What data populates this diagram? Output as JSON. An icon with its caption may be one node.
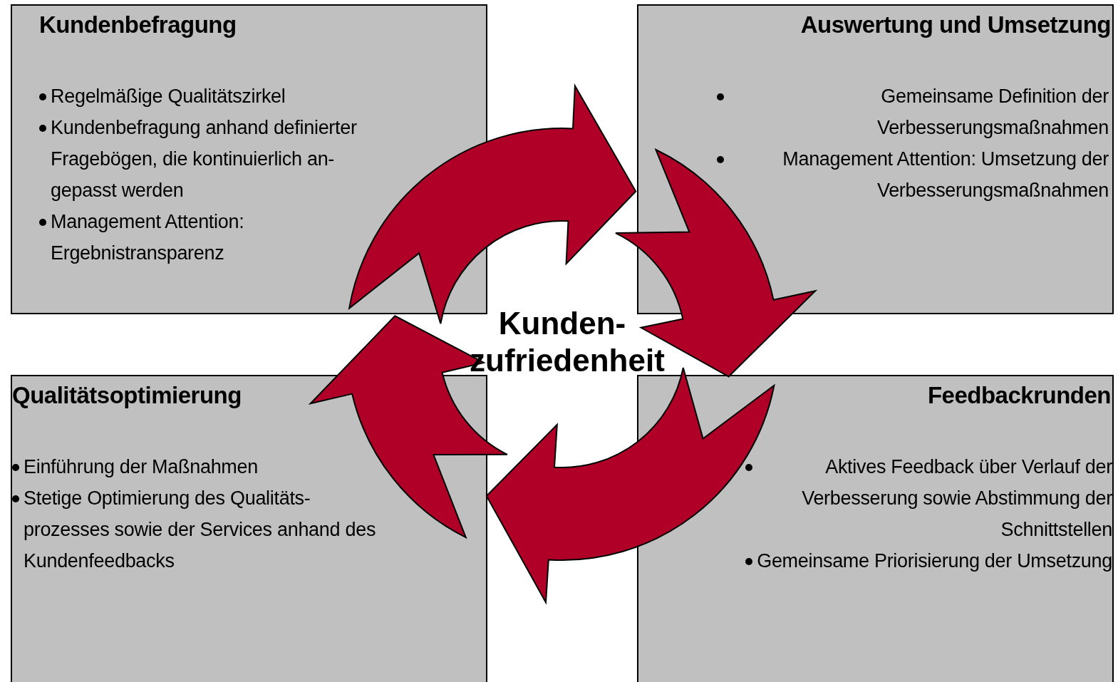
{
  "diagram": {
    "nodes": [
      {
        "text": [
          "Kundenbefragung",
          "Regelmäßige Qualitätszirkel",
          "Kundenbefragung anhand definierter Fragebögen, die kontinuierlich an- gepasst werden",
          "Management Attention: Ergebnistransparenz"
        ]
      },
      {
        "text": [
          "Auswertung und Umsetzung",
          "Gemeinsame Definition der Verbesserungsmaßnahmen",
          "Management Attention: Umsetzung der Verbesserungsmaßnahmen"
        ]
      },
      {
        "text": [
          "Qualitätsoptimierung",
          "Einführung der Maßnahmen",
          "Stetige Optimierung des Qualitäts- prozesses sowie der Services anhand des Kundenfeedbacks"
        ]
      },
      {
        "text": [
          "Feedbackrunden",
          "Aktives Feedback über Verlauf der Verbesserung sowie Abstimmung der Schnittstellen",
          "Gemeinsame Priorisierung der Umsetzung"
        ]
      }
    ],
    "edges": [
      {
        "from": 0,
        "to": 1,
        "arrow": "to"
      },
      {
        "from": 1,
        "to": 3,
        "arrow": "to"
      },
      {
        "from": 3,
        "to": 2,
        "arrow": "to"
      },
      {
        "from": 2,
        "to": 0,
        "arrow": "to"
      }
    ],
    "labels": [
      "Kunden- zufriedenheit"
    ]
  }
}
